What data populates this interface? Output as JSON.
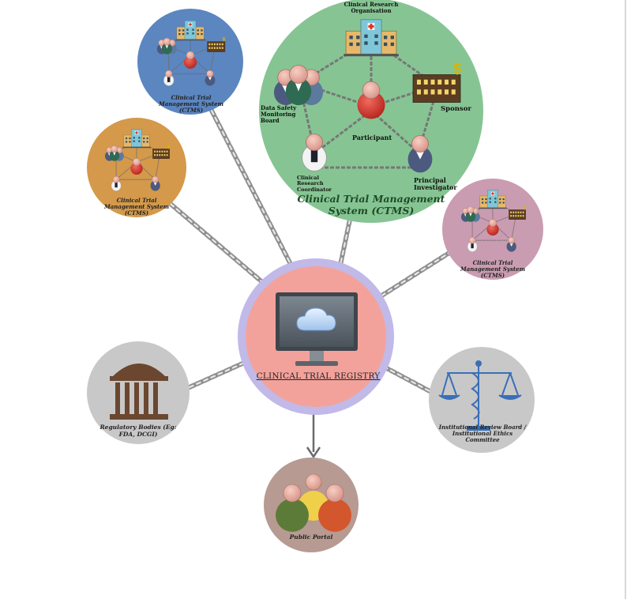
{
  "registry": {
    "title": "CLINICAL TRIAL REGISTRY"
  },
  "main_ctms": {
    "title": "Clinical Trial Management System (CTMS)",
    "nodes": {
      "cro": "Clinical Research Organisation",
      "dsmb": "Data Safety Monitoring Board",
      "sponsor": "Sponsor",
      "participant": "Participant",
      "crc": "Clinical Research Coordinator",
      "pi": "Principal Investigator"
    }
  },
  "small_ctms_label": "Clinical Trial Management System (CTMS)",
  "regulatory": {
    "label": "Regulatory Bodies (Eg: FDA, DCGI)"
  },
  "irb": {
    "label": "Institutional Review Board / Institutional Ethics Committee"
  },
  "public_portal": {
    "label": "Public Portal"
  },
  "colors": {
    "main_ctms": "#86c593",
    "ctms_blue": "#5b86c0",
    "ctms_orange": "#d4994a",
    "ctms_pink": "#c99cb1",
    "registry_ring": "#c1b9e8",
    "registry_fill": "#f3a29b",
    "grey_node": "#c8c8c8",
    "portal": "#b79a92"
  }
}
